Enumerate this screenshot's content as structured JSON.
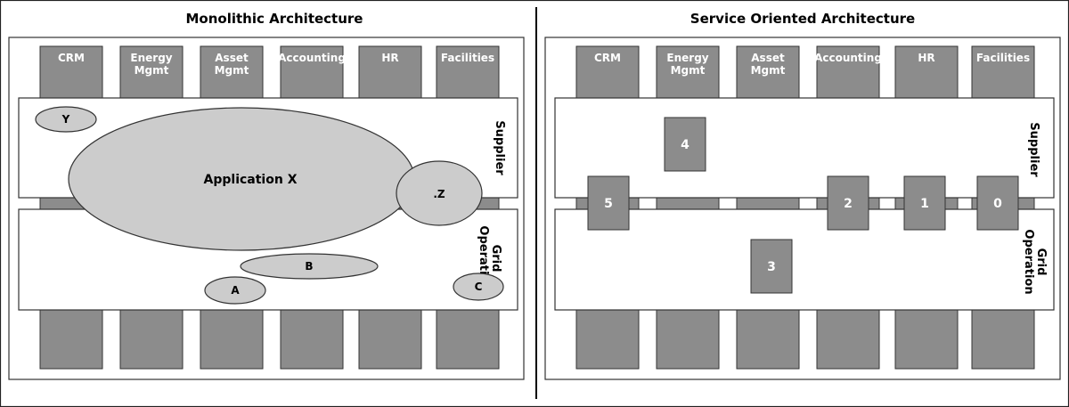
{
  "monolithic": {
    "title": "Monolithic Architecture",
    "apps": [
      {
        "line1": "CRM",
        "line2": ""
      },
      {
        "line1": "Energy",
        "line2": "Mgmt"
      },
      {
        "line1": "Asset",
        "line2": "Mgmt"
      },
      {
        "line1": "Accounting",
        "line2": ""
      },
      {
        "line1": "HR",
        "line2": ""
      },
      {
        "line1": "Facilities",
        "line2": ""
      }
    ],
    "bands": {
      "supplier": "Supplier",
      "grid_line1": "Grid",
      "grid_line2": "Operation"
    },
    "ellipses": {
      "app_x": "Application X",
      "y": "Y",
      "z": ".Z",
      "a": "A",
      "b": "B",
      "c": "C"
    }
  },
  "soa": {
    "title": "Service Oriented Architecture",
    "apps": [
      {
        "line1": "CRM",
        "line2": ""
      },
      {
        "line1": "Energy",
        "line2": "Mgmt"
      },
      {
        "line1": "Asset",
        "line2": "Mgmt"
      },
      {
        "line1": "Accounting",
        "line2": ""
      },
      {
        "line1": "HR",
        "line2": ""
      },
      {
        "line1": "Facilities",
        "line2": ""
      }
    ],
    "bands": {
      "supplier": "Supplier",
      "grid_line1": "Grid",
      "grid_line2": "Operation"
    },
    "services": [
      "0",
      "1",
      "2",
      "3",
      "4",
      "5"
    ]
  },
  "colors": {
    "box_fill": "#8c8c8c",
    "ellipse_fill": "#cccccc",
    "background": "#ffffff"
  }
}
